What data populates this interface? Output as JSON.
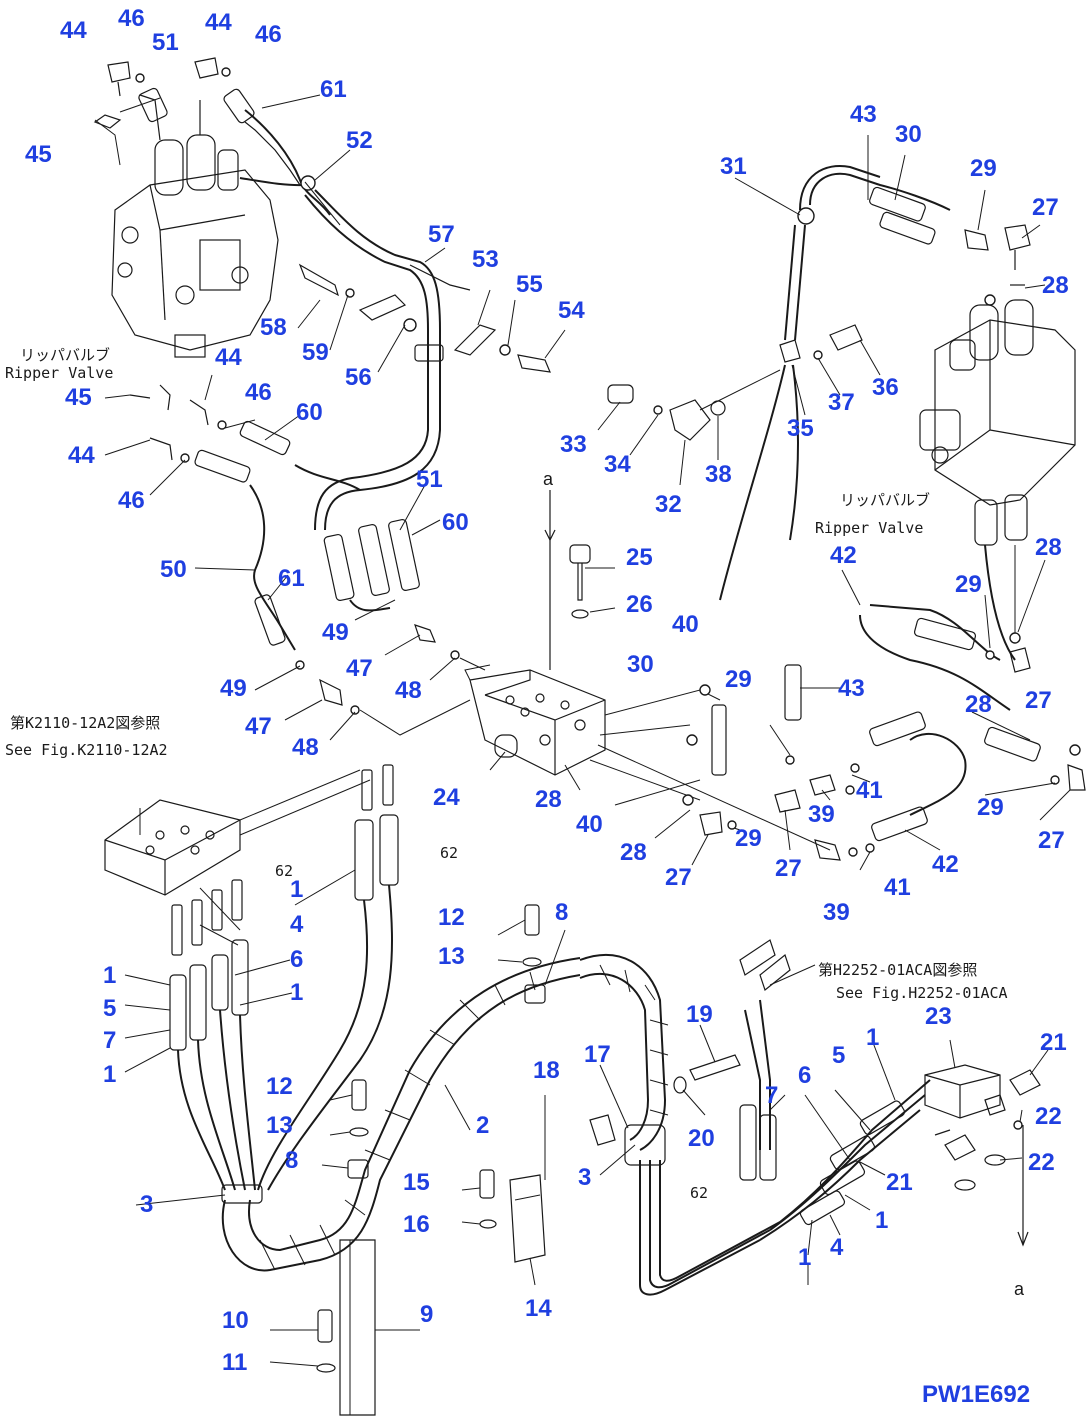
{
  "colors": {
    "callout": "#1f3fe0",
    "line": "#1a1a1a",
    "background": "#ffffff"
  },
  "notes": {
    "ripper_top_jp": "リッパバルブ",
    "ripper_top_en": "Ripper Valve",
    "ripper_right_jp": "リッパバルブ",
    "ripper_right_en": "Ripper Valve",
    "ref_k_jp": "第K2110-12A2図参照",
    "ref_k_en": "See Fig.K2110-12A2",
    "ref_h_jp": "第H2252-01ACA図参照",
    "ref_h_en": "See Fig.H2252-01ACA",
    "mark_a_top": "a",
    "mark_a_bottom": "a",
    "hose_62_a": "62",
    "hose_62_b": "62",
    "hose_62_c": "62"
  },
  "drawing_code": "PW1E692",
  "callouts": {
    "c44a": "44",
    "c46a": "46",
    "c51a": "51",
    "c44b": "44",
    "c46b": "46",
    "c45a": "45",
    "c61a": "61",
    "c52": "52",
    "c57": "57",
    "c53": "53",
    "c55": "55",
    "c54": "54",
    "c58": "58",
    "c59": "59",
    "c56": "56",
    "c44c": "44",
    "c45b": "45",
    "c46c": "46",
    "c60a": "60",
    "c44d": "44",
    "c46d": "46",
    "c51b": "51",
    "c60b": "60",
    "c50": "50",
    "c61b": "61",
    "c49a": "49",
    "c47a": "47",
    "c48a": "48",
    "c49b": "49",
    "c47b": "47",
    "c48b": "48",
    "c43a": "43",
    "c30a": "30",
    "c31": "31",
    "c29a": "29",
    "c27a": "27",
    "c28a": "28",
    "c36": "36",
    "c37": "37",
    "c35": "35",
    "c33": "33",
    "c34": "34",
    "c38": "38",
    "c32": "32",
    "c25": "25",
    "c26": "26",
    "c40a": "40",
    "c30b": "30",
    "c42a": "42",
    "c29b": "29",
    "c28b": "28",
    "c27b": "27",
    "c28c": "28",
    "c29c": "29",
    "c43b": "43",
    "c41a": "41",
    "c39a": "39",
    "c24": "24",
    "c28d": "28",
    "c40b": "40",
    "c28e": "28",
    "c29d": "29",
    "c27c": "27",
    "c27d": "27",
    "c29e": "29",
    "c27e": "27",
    "c42b": "42",
    "c41b": "41",
    "c39b": "39",
    "c1a": "1",
    "c4a": "4",
    "c6a": "6",
    "c1b": "1",
    "c1c": "1",
    "c5a": "5",
    "c7a": "7",
    "c1d": "1",
    "c12a": "12",
    "c13a": "13",
    "c8a": "8",
    "c12b": "12",
    "c13b": "13",
    "c8b": "8",
    "c2": "2",
    "c18": "18",
    "c17": "17",
    "c19": "19",
    "c20": "20",
    "c3a": "3",
    "c3b": "3",
    "c15": "15",
    "c16": "16",
    "c14": "14",
    "c10": "10",
    "c11": "11",
    "c9": "9",
    "c23": "23",
    "c21a": "21",
    "c22a": "22",
    "c22b": "22",
    "c21b": "21",
    "c5b": "5",
    "c1e": "1",
    "c6b": "6",
    "c7b": "7",
    "c1f": "1",
    "c4b": "4",
    "c1g": "1"
  }
}
